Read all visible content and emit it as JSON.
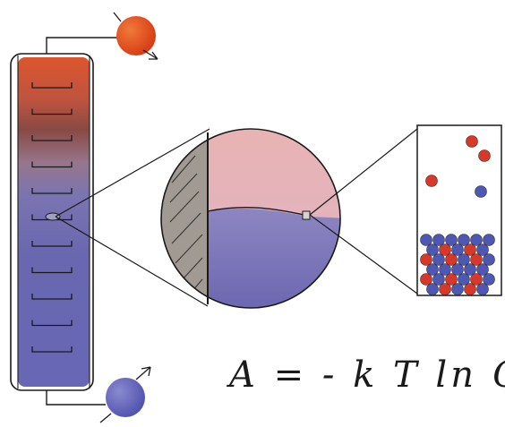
{
  "illustration": {
    "column": {
      "tray_count": 11
    },
    "colors": {
      "top_red": "#d9471c",
      "mid_purple": "#8a6c8a",
      "bottom_blue": "#5a5aa8",
      "vapor_pink": "#e7b4b4",
      "liquid_blue": "#7470b4",
      "wall_gray": "#9f9891",
      "molecule_red": "#d8382a",
      "molecule_blue": "#4c58b4",
      "ink": "#1a1a1a"
    },
    "molecules": {
      "gas_phase": [
        "red",
        "red",
        "red",
        "blue"
      ],
      "liquid_phase_rows": 6
    }
  },
  "formula": "A = - k T ln Q"
}
